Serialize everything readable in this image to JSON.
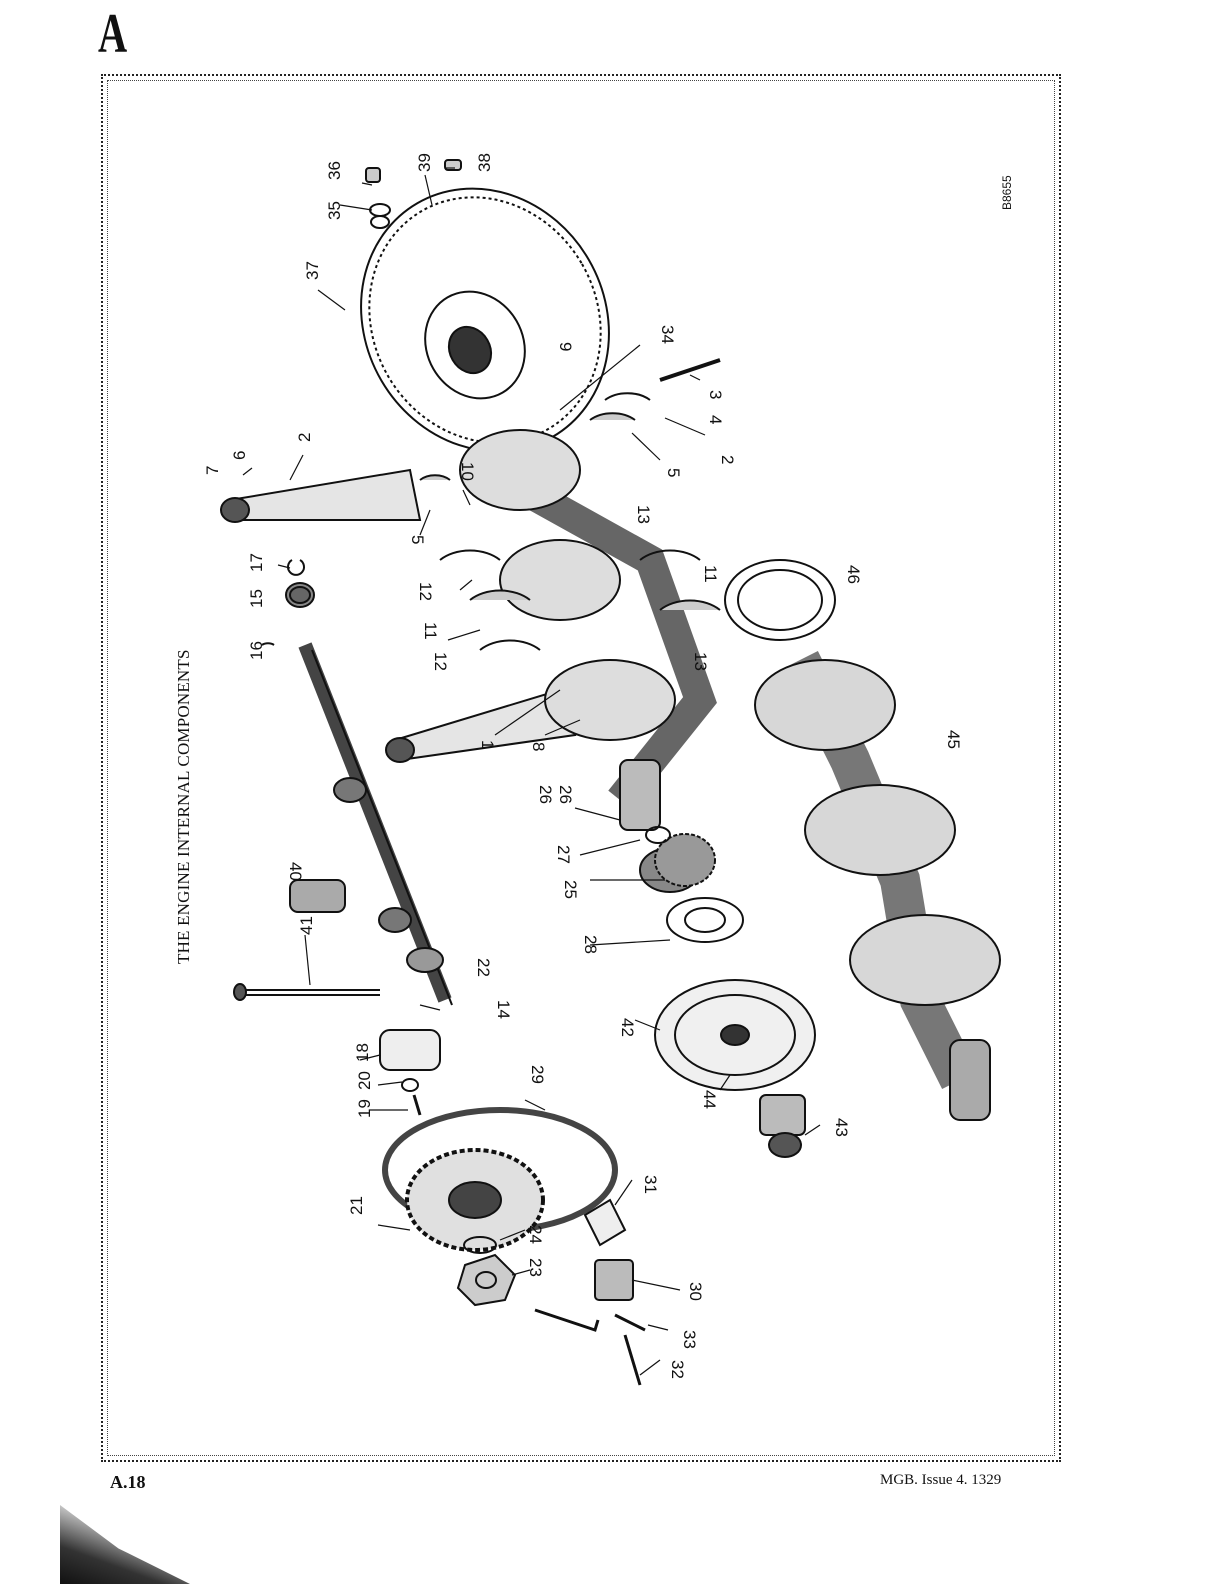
{
  "header": {
    "section_letter": "A"
  },
  "diagram": {
    "title": "THE ENGINE INTERNAL COMPONENTS",
    "reference_code": "B8655",
    "labels": [
      {
        "text": "36"
      },
      {
        "text": "35"
      },
      {
        "text": "39"
      },
      {
        "text": "38"
      },
      {
        "text": "37"
      },
      {
        "text": "9"
      },
      {
        "text": "34"
      },
      {
        "text": "3"
      },
      {
        "text": "4"
      },
      {
        "text": "2"
      },
      {
        "text": "5"
      },
      {
        "text": "2"
      },
      {
        "text": "6"
      },
      {
        "text": "7"
      },
      {
        "text": "10"
      },
      {
        "text": "5"
      },
      {
        "text": "17"
      },
      {
        "text": "15"
      },
      {
        "text": "16"
      },
      {
        "text": "12"
      },
      {
        "text": "11"
      },
      {
        "text": "12"
      },
      {
        "text": "13"
      },
      {
        "text": "11"
      },
      {
        "text": "13"
      },
      {
        "text": "46"
      },
      {
        "text": "1"
      },
      {
        "text": "8"
      },
      {
        "text": "26"
      },
      {
        "text": "26"
      },
      {
        "text": "27"
      },
      {
        "text": "25"
      },
      {
        "text": "45"
      },
      {
        "text": "40"
      },
      {
        "text": "41"
      },
      {
        "text": "22"
      },
      {
        "text": "14"
      },
      {
        "text": "28"
      },
      {
        "text": "42"
      },
      {
        "text": "18"
      },
      {
        "text": "20"
      },
      {
        "text": "19"
      },
      {
        "text": "29"
      },
      {
        "text": "44"
      },
      {
        "text": "43"
      },
      {
        "text": "21"
      },
      {
        "text": "24"
      },
      {
        "text": "23"
      },
      {
        "text": "31"
      },
      {
        "text": "30"
      },
      {
        "text": "33"
      },
      {
        "text": "32"
      }
    ]
  },
  "footer": {
    "page_number": "A.18",
    "issue_info": "MGB.   Issue 4.   1329"
  }
}
